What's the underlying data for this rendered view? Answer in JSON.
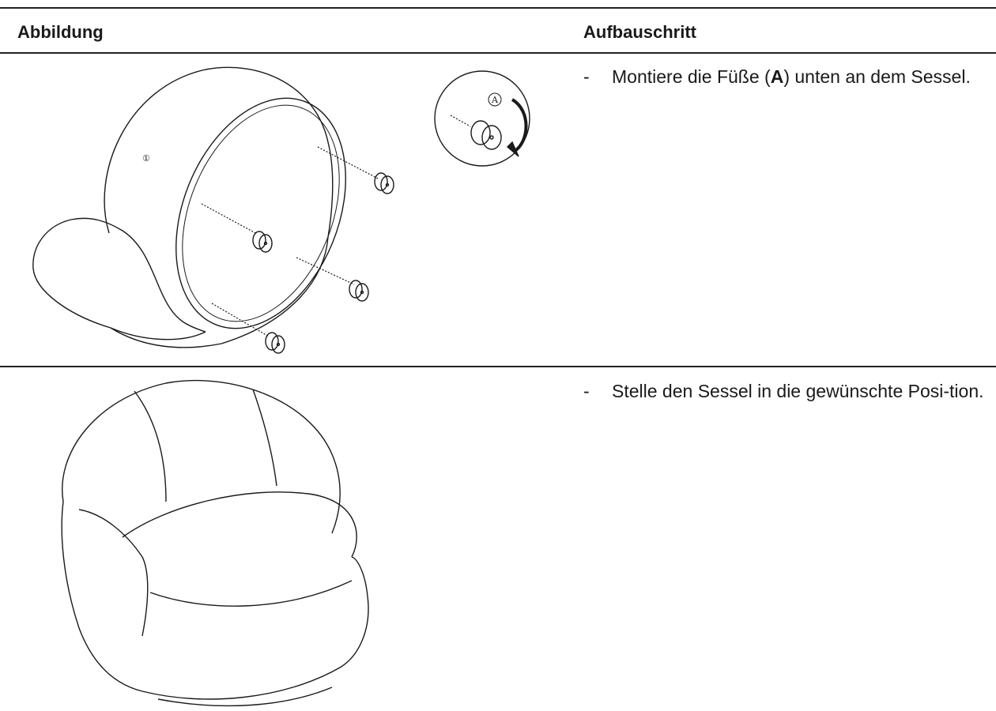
{
  "header": {
    "col_figure": "Abbildung",
    "col_step": "Aufbauschritt"
  },
  "rows": [
    {
      "bullet": "-",
      "text_before": "Montiere die Füße (",
      "text_bold": "A",
      "text_after": ") unten an dem Sessel.",
      "figure_labels": {
        "part": "①",
        "detail": "A"
      }
    },
    {
      "bullet": "-",
      "text": "Stelle den Sessel in die gewünschte Posi-tion."
    }
  ]
}
